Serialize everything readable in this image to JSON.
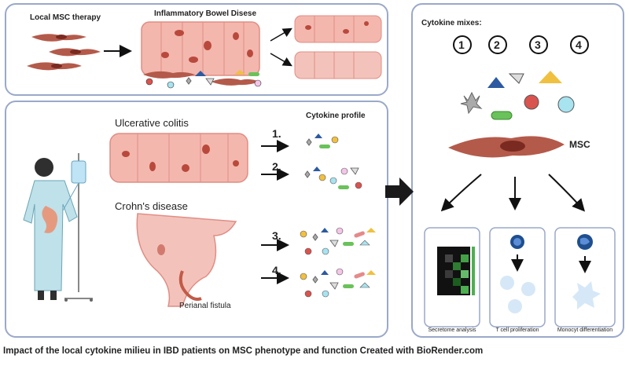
{
  "top_panel": {
    "local_msc_label": "Local MSC therapy",
    "ibd_label": "Inflammatory Bowel Disese"
  },
  "mid_panel": {
    "uc_label": "Ulcerative colitis",
    "cd_label": "Crohn's disease",
    "fistula_label": "Perianal fistula",
    "cytokine_profile_label": "Cytokine profile",
    "profile_numbers": [
      "1.",
      "2.",
      "3.",
      "4."
    ]
  },
  "right_panel": {
    "mixes_label": "Cytokine mixes:",
    "mix_numbers": [
      "1",
      "2",
      "3",
      "4"
    ],
    "msc_label": "MSC",
    "outcomes": [
      "Secretome analysis",
      "T cell proliferation",
      "Monocyt differentiation"
    ]
  },
  "caption": "Impact of the local cytokine milieu in IBD patients on MSC phenotype and function Created with BioRender.com"
}
